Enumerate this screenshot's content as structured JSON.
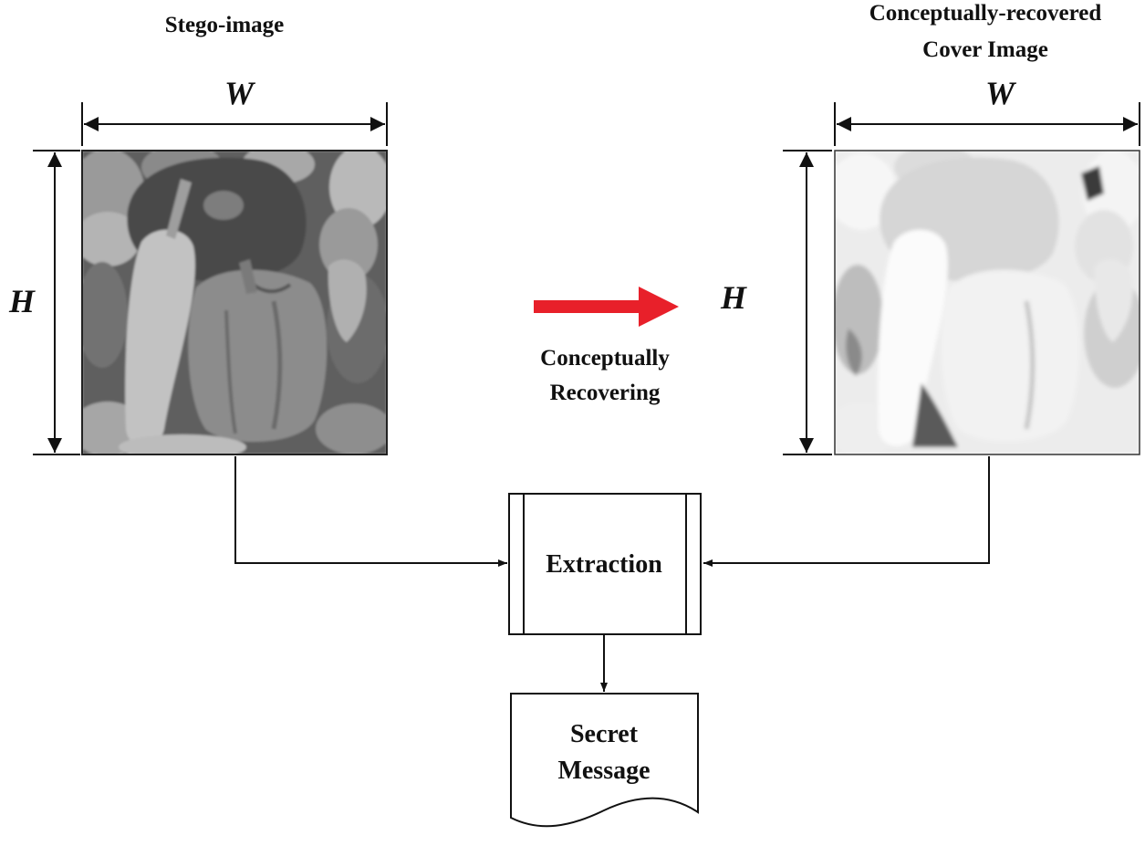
{
  "left_image": {
    "title": "Stego-image",
    "width_label": "W",
    "height_label": "H"
  },
  "right_image": {
    "title_line1": "Conceptually-recovered",
    "title_line2": "Cover Image",
    "width_label": "W",
    "height_label": "H"
  },
  "transition": {
    "label_line1": "Conceptually",
    "label_line2": "Recovering",
    "arrow_color": "#e8202a"
  },
  "process": {
    "label": "Extraction"
  },
  "output": {
    "label_line1": "Secret",
    "label_line2": "Message"
  },
  "images": {
    "left_picture": "peppers-grayscale",
    "right_picture": "peppers-washed-out"
  }
}
